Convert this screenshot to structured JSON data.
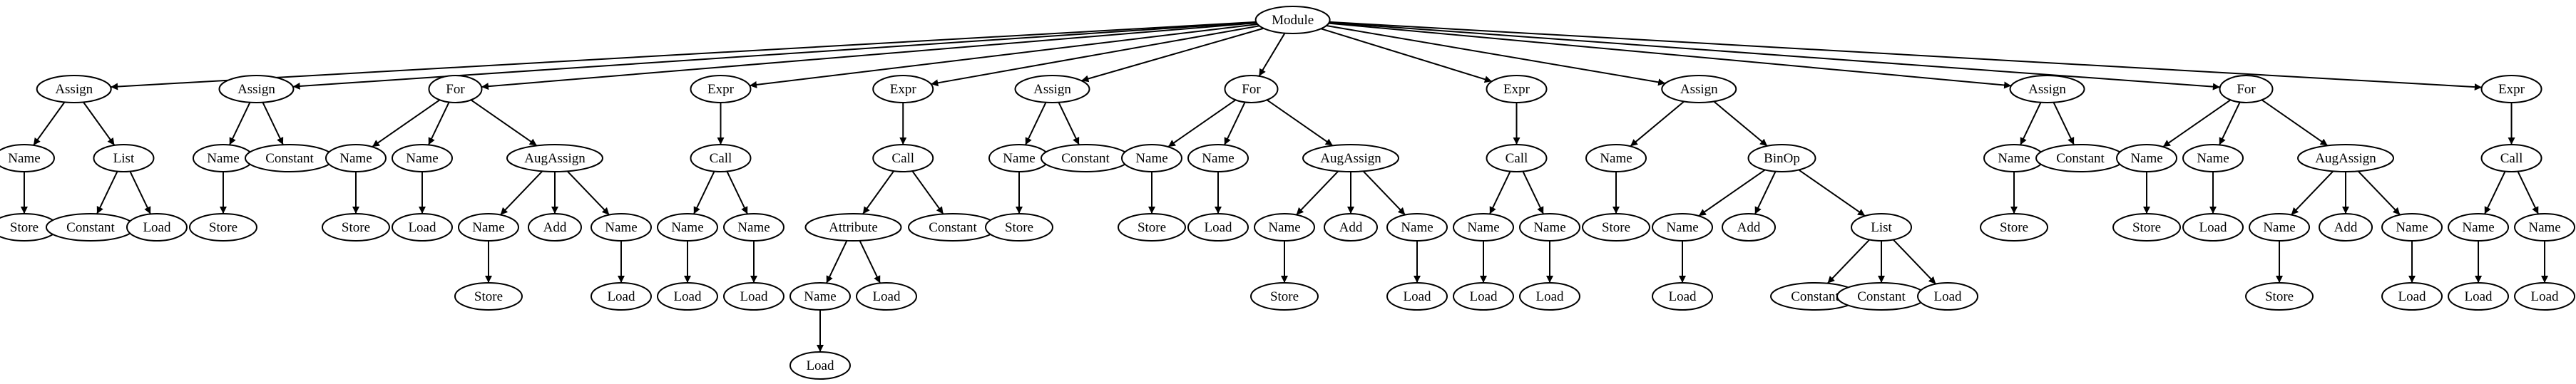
{
  "diagram": {
    "type": "ast-tree",
    "root": {
      "label": "Module",
      "children": [
        {
          "label": "Assign",
          "children": [
            {
              "label": "Name",
              "children": [
                {
                  "label": "Store"
                }
              ]
            },
            {
              "label": "List",
              "children": [
                {
                  "label": "Constant"
                },
                {
                  "label": "Load"
                }
              ]
            }
          ]
        },
        {
          "label": "Assign",
          "children": [
            {
              "label": "Name",
              "children": [
                {
                  "label": "Store"
                }
              ]
            },
            {
              "label": "Constant"
            }
          ]
        },
        {
          "label": "For",
          "children": [
            {
              "label": "Name",
              "children": [
                {
                  "label": "Store"
                }
              ]
            },
            {
              "label": "Name",
              "children": [
                {
                  "label": "Load"
                }
              ]
            },
            {
              "label": "AugAssign",
              "children": [
                {
                  "label": "Name",
                  "children": [
                    {
                      "label": "Store"
                    }
                  ]
                },
                {
                  "label": "Add"
                },
                {
                  "label": "Name",
                  "children": [
                    {
                      "label": "Load"
                    }
                  ]
                }
              ]
            }
          ]
        },
        {
          "label": "Expr",
          "children": [
            {
              "label": "Call",
              "children": [
                {
                  "label": "Name",
                  "children": [
                    {
                      "label": "Load"
                    }
                  ]
                },
                {
                  "label": "Name",
                  "children": [
                    {
                      "label": "Load"
                    }
                  ]
                }
              ]
            }
          ]
        },
        {
          "label": "Expr",
          "children": [
            {
              "label": "Call",
              "children": [
                {
                  "label": "Attribute",
                  "children": [
                    {
                      "label": "Name",
                      "children": [
                        {
                          "label": "Load"
                        }
                      ]
                    },
                    {
                      "label": "Load"
                    }
                  ]
                },
                {
                  "label": "Constant"
                }
              ]
            }
          ]
        },
        {
          "label": "Assign",
          "children": [
            {
              "label": "Name",
              "children": [
                {
                  "label": "Store"
                }
              ]
            },
            {
              "label": "Constant"
            }
          ]
        },
        {
          "label": "For",
          "children": [
            {
              "label": "Name",
              "children": [
                {
                  "label": "Store"
                }
              ]
            },
            {
              "label": "Name",
              "children": [
                {
                  "label": "Load"
                }
              ]
            },
            {
              "label": "AugAssign",
              "children": [
                {
                  "label": "Name",
                  "children": [
                    {
                      "label": "Store"
                    }
                  ]
                },
                {
                  "label": "Add"
                },
                {
                  "label": "Name",
                  "children": [
                    {
                      "label": "Load"
                    }
                  ]
                }
              ]
            }
          ]
        },
        {
          "label": "Expr",
          "children": [
            {
              "label": "Call",
              "children": [
                {
                  "label": "Name",
                  "children": [
                    {
                      "label": "Load"
                    }
                  ]
                },
                {
                  "label": "Name",
                  "children": [
                    {
                      "label": "Load"
                    }
                  ]
                }
              ]
            }
          ]
        },
        {
          "label": "Assign",
          "children": [
            {
              "label": "Name",
              "children": [
                {
                  "label": "Store"
                }
              ]
            },
            {
              "label": "BinOp",
              "children": [
                {
                  "label": "Name",
                  "children": [
                    {
                      "label": "Load"
                    }
                  ]
                },
                {
                  "label": "Add"
                },
                {
                  "label": "List",
                  "children": [
                    {
                      "label": "Constant"
                    },
                    {
                      "label": "Constant"
                    },
                    {
                      "label": "Load"
                    }
                  ]
                }
              ]
            }
          ]
        },
        {
          "label": "Assign",
          "children": [
            {
              "label": "Name",
              "children": [
                {
                  "label": "Store"
                }
              ]
            },
            {
              "label": "Constant"
            }
          ]
        },
        {
          "label": "For",
          "children": [
            {
              "label": "Name",
              "children": [
                {
                  "label": "Store"
                }
              ]
            },
            {
              "label": "Name",
              "children": [
                {
                  "label": "Load"
                }
              ]
            },
            {
              "label": "AugAssign",
              "children": [
                {
                  "label": "Name",
                  "children": [
                    {
                      "label": "Store"
                    }
                  ]
                },
                {
                  "label": "Add"
                },
                {
                  "label": "Name",
                  "children": [
                    {
                      "label": "Load"
                    }
                  ]
                }
              ]
            }
          ]
        },
        {
          "label": "Expr",
          "children": [
            {
              "label": "Call",
              "children": [
                {
                  "label": "Name",
                  "children": [
                    {
                      "label": "Load"
                    }
                  ]
                },
                {
                  "label": "Name",
                  "children": [
                    {
                      "label": "Load"
                    }
                  ]
                }
              ]
            }
          ]
        }
      ]
    }
  }
}
